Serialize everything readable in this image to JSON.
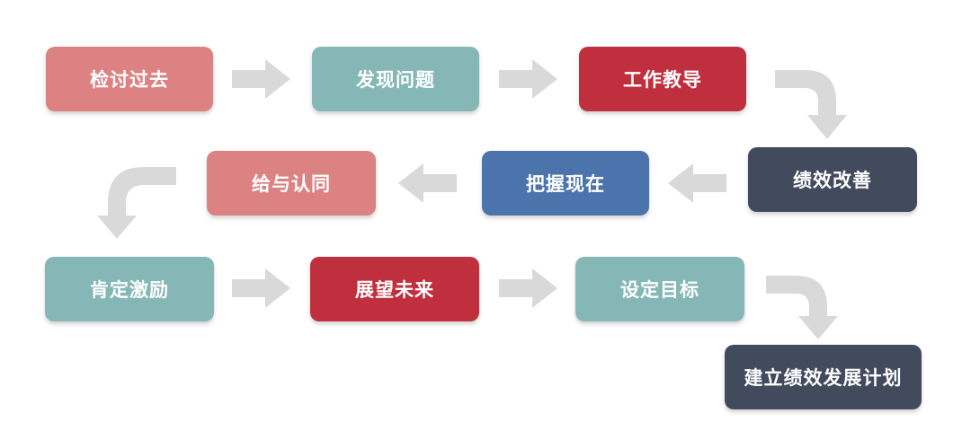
{
  "colors": {
    "pink": "#dc8282",
    "teal": "#85b7b7",
    "crimson": "#bf2f3d",
    "navy": "#424a5e",
    "blue": "#4b73ac",
    "arrow": "#d9d9d9"
  },
  "steps": [
    {
      "label": "检讨过去",
      "color": "pink"
    },
    {
      "label": "发现问题",
      "color": "teal"
    },
    {
      "label": "工作教导",
      "color": "crimson"
    },
    {
      "label": "绩效改善",
      "color": "navy"
    },
    {
      "label": "把握现在",
      "color": "blue"
    },
    {
      "label": "给与认同",
      "color": "pink"
    },
    {
      "label": "肯定激励",
      "color": "teal"
    },
    {
      "label": "展望未来",
      "color": "crimson"
    },
    {
      "label": "设定目标",
      "color": "teal"
    },
    {
      "label": "建立绩效发展计划",
      "color": "navy"
    }
  ]
}
